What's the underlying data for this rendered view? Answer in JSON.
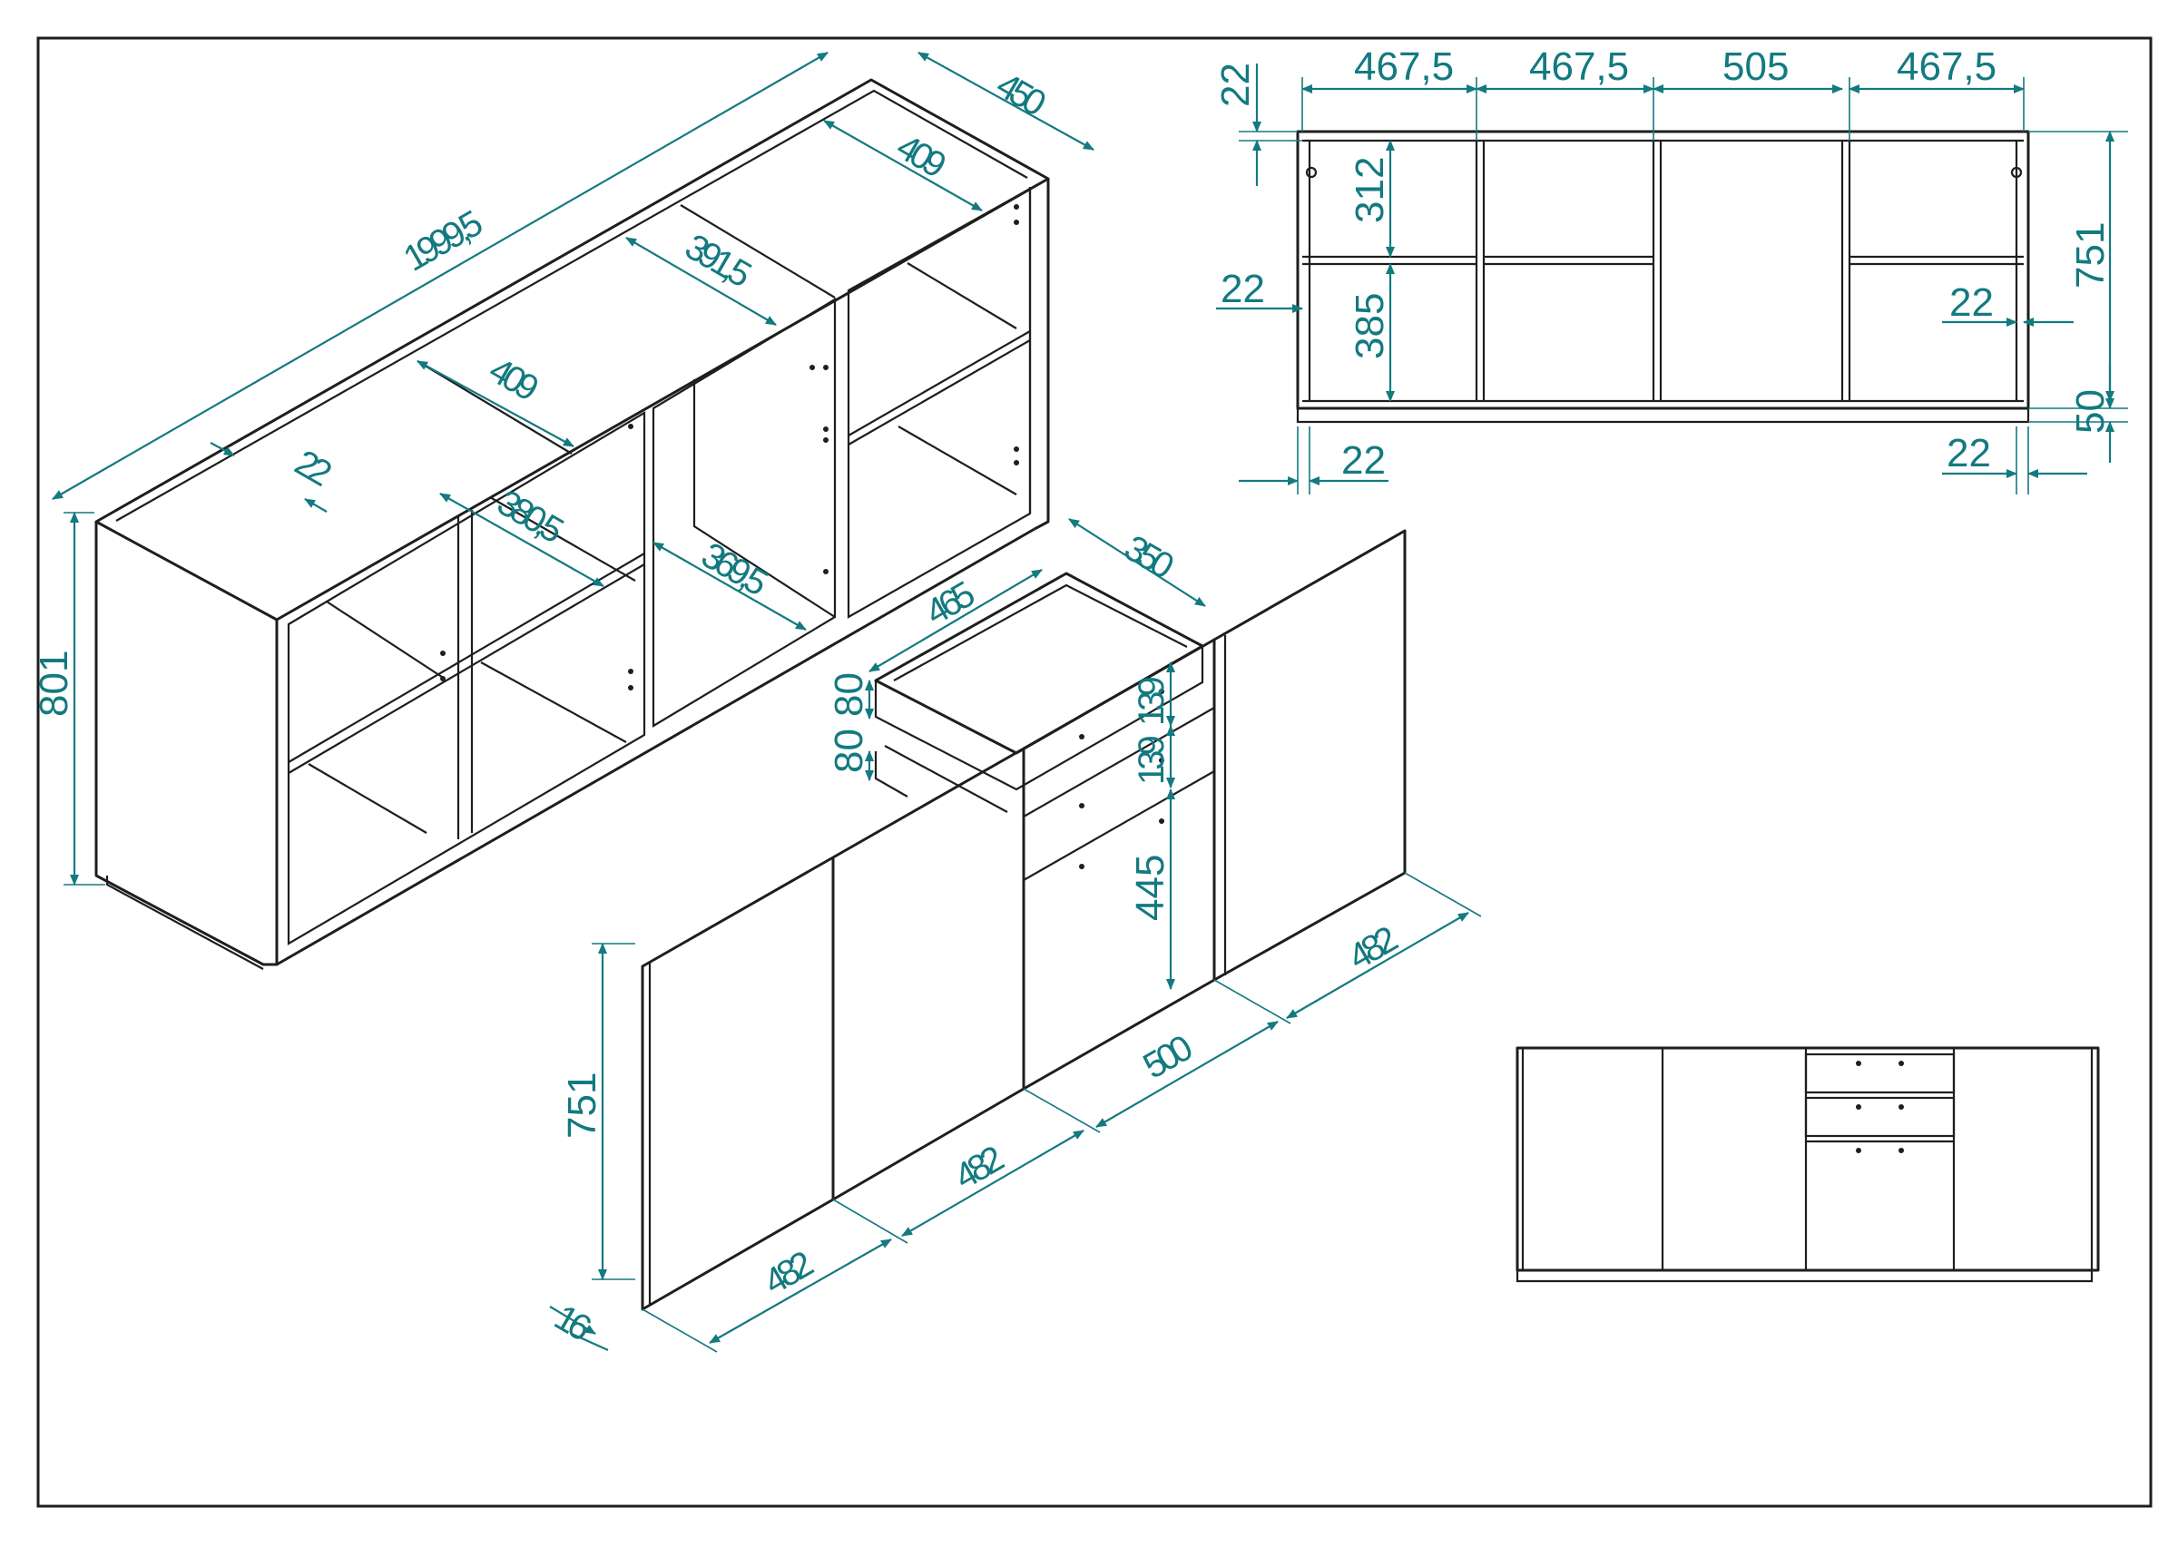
{
  "colors": {
    "line": "#1e1e1e",
    "dimension": "#137a80",
    "background": "#ffffff"
  },
  "isometric_carcass": {
    "total_width": "1999,5",
    "depth": "450",
    "inner_depth": "409",
    "compartment_width_right": "391,5",
    "compartment_depth_left": "409",
    "panel_thickness": "22",
    "compartment_width_left": "380,5",
    "compartment_width_middle": "369,5",
    "height": "801"
  },
  "isometric_doors": {
    "drawer_width": "465",
    "drawer_depth": "350",
    "drawer_height_top": "80",
    "drawer_height_bottom": "80",
    "front_height_top": "139",
    "front_height_middle": "139",
    "front_height_bottom": "445",
    "door_width_right": "482",
    "drawer_front_width": "500",
    "door_width_center": "482",
    "door_width_left": "482",
    "door_height": "751",
    "door_thickness": "16"
  },
  "front_view": {
    "top_thickness": "22",
    "col_1": "467,5",
    "col_2": "467,5",
    "col_3": "505",
    "col_4": "467,5",
    "upper_compartment": "312",
    "shelf_thickness": "22",
    "lower_compartment": "385",
    "side_inset": "22",
    "inner_height": "751",
    "plinth": "50",
    "side_left": "22",
    "side_right": "22"
  }
}
